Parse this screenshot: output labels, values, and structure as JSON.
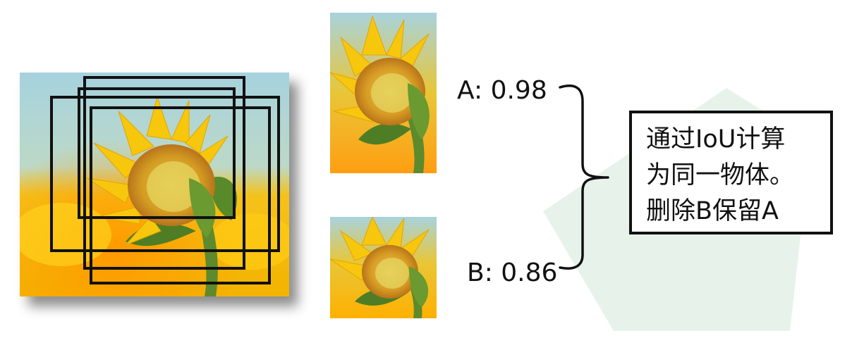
{
  "detections": [
    {
      "label": "A",
      "score": "A: 0.98"
    },
    {
      "label": "B",
      "score": "B: 0.86"
    }
  ],
  "note": {
    "lines": [
      "通过IoU计算",
      "为同一物体。",
      "删除B保留A"
    ]
  },
  "colors": {
    "sky": "#9fcfdc",
    "petal": "#f6c80f",
    "petal_dark": "#e8a500",
    "center": "#c98a1a",
    "background_glow": "#ffb400",
    "stem": "#5e8a2a",
    "box_stroke": "#111111",
    "watermark": "#d9ecdf"
  },
  "icons": [
    "sunflower-photo"
  ]
}
